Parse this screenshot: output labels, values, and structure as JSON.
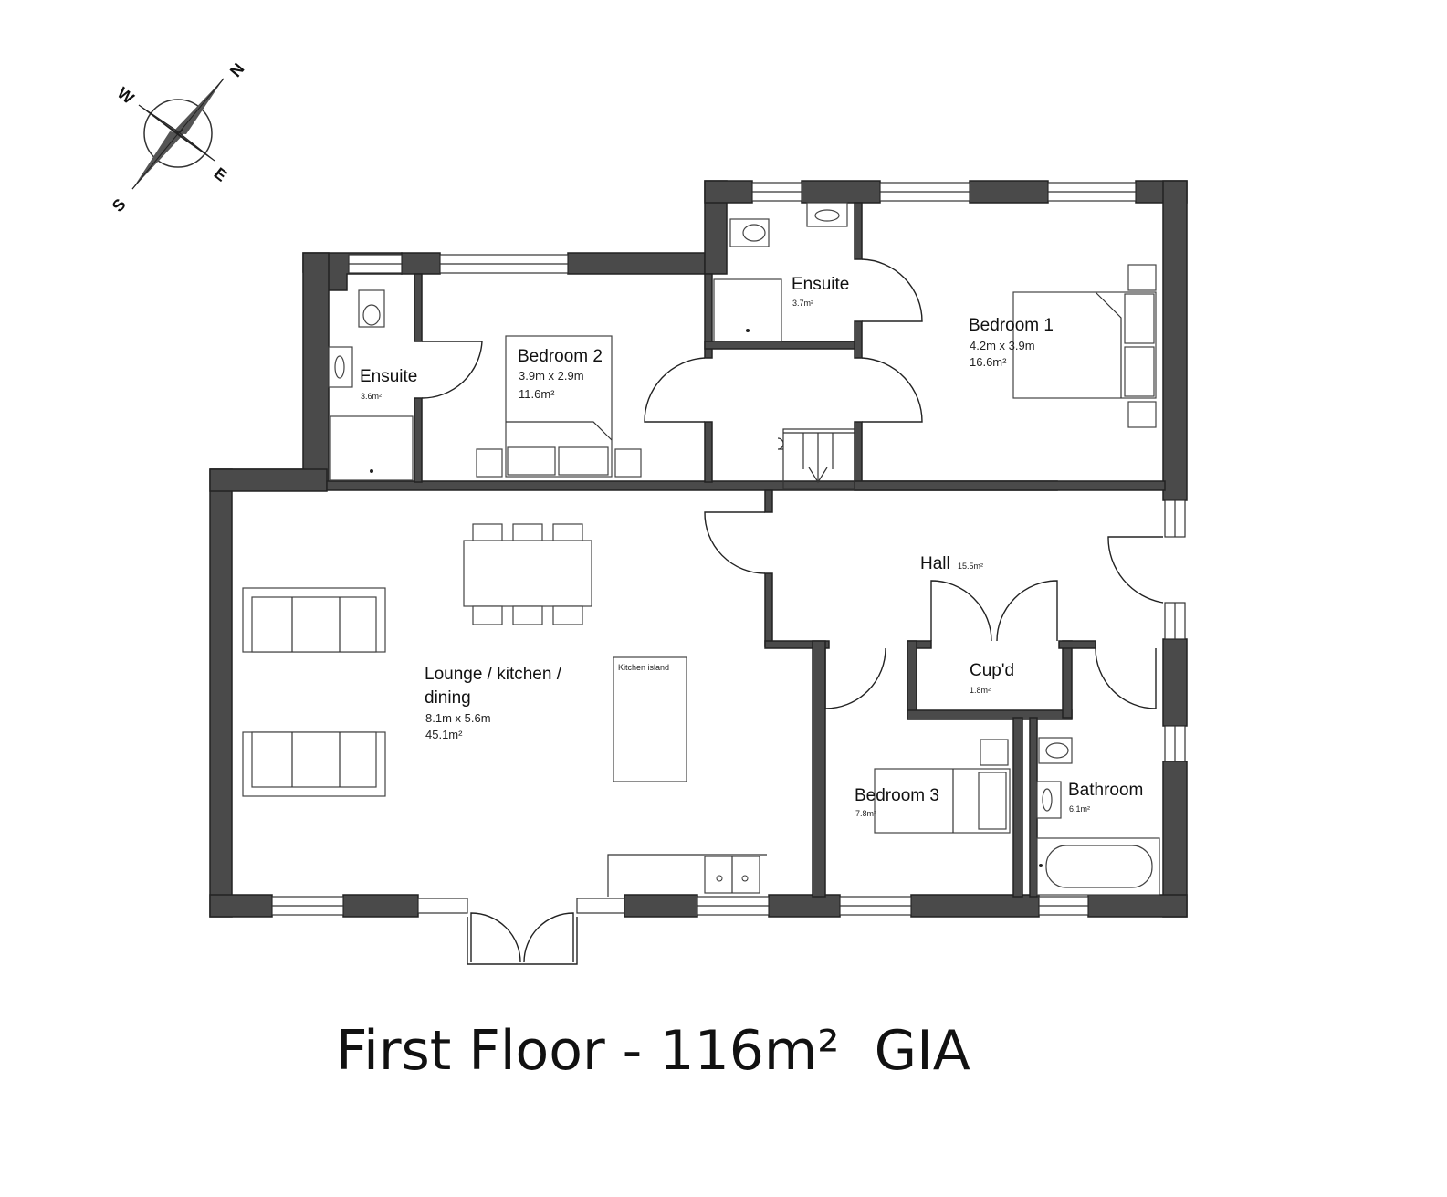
{
  "title": "First Floor - 116m²  GIA",
  "compass": {
    "n": "N",
    "e": "E",
    "s": "S",
    "w": "W"
  },
  "rooms": {
    "bedroom1": {
      "name": "Bedroom 1",
      "dims": "4.2m x 3.9m",
      "area": "16.6m²"
    },
    "bedroom2": {
      "name": "Bedroom 2",
      "dims": "3.9m x 2.9m",
      "area": "11.6m²"
    },
    "bedroom3": {
      "name": "Bedroom 3",
      "area": "7.8m²"
    },
    "ensuite_left": {
      "name": "Ensuite",
      "area": "3.6m²"
    },
    "ensuite_top": {
      "name": "Ensuite",
      "area": "3.7m²"
    },
    "lounge": {
      "name_line1": "Lounge / kitchen /",
      "name_line2": "dining",
      "dims": "8.1m x 5.6m",
      "area": "45.1m²"
    },
    "hall": {
      "name": "Hall",
      "area": "15.5m²"
    },
    "cupboard": {
      "name": "Cup'd",
      "area": "1.8m²"
    },
    "bathroom": {
      "name": "Bathroom",
      "area": "6.1m²"
    },
    "kitchen_island": {
      "label": "Kitchen island"
    }
  },
  "colors": {
    "wall": "#4a4a4a",
    "line": "#333333",
    "background": "#ffffff"
  }
}
